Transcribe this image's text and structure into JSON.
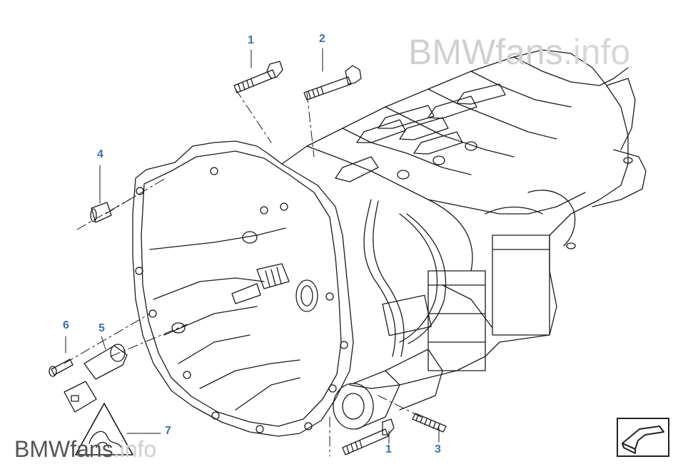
{
  "callouts": [
    {
      "id": "c1a",
      "text": "1"
    },
    {
      "id": "c2",
      "text": "2"
    },
    {
      "id": "c4",
      "text": "4"
    },
    {
      "id": "c6",
      "text": "6"
    },
    {
      "id": "c5",
      "text": "5"
    },
    {
      "id": "c7",
      "text": "7"
    },
    {
      "id": "c1b",
      "text": "1"
    },
    {
      "id": "c3",
      "text": "3"
    }
  ],
  "watermark": {
    "top": {
      "brand": "BMWfans",
      "suffix": ".info"
    },
    "bottom": {
      "brand": "BMWfans",
      "suffix": ".info"
    }
  },
  "colors": {
    "callout": "#3b6fb0",
    "line": "#1a1a1a",
    "watermark": "#cfcfcf"
  },
  "icons": {
    "nav": "arrow-back-icon",
    "warning": "warning-triangle-icon"
  }
}
